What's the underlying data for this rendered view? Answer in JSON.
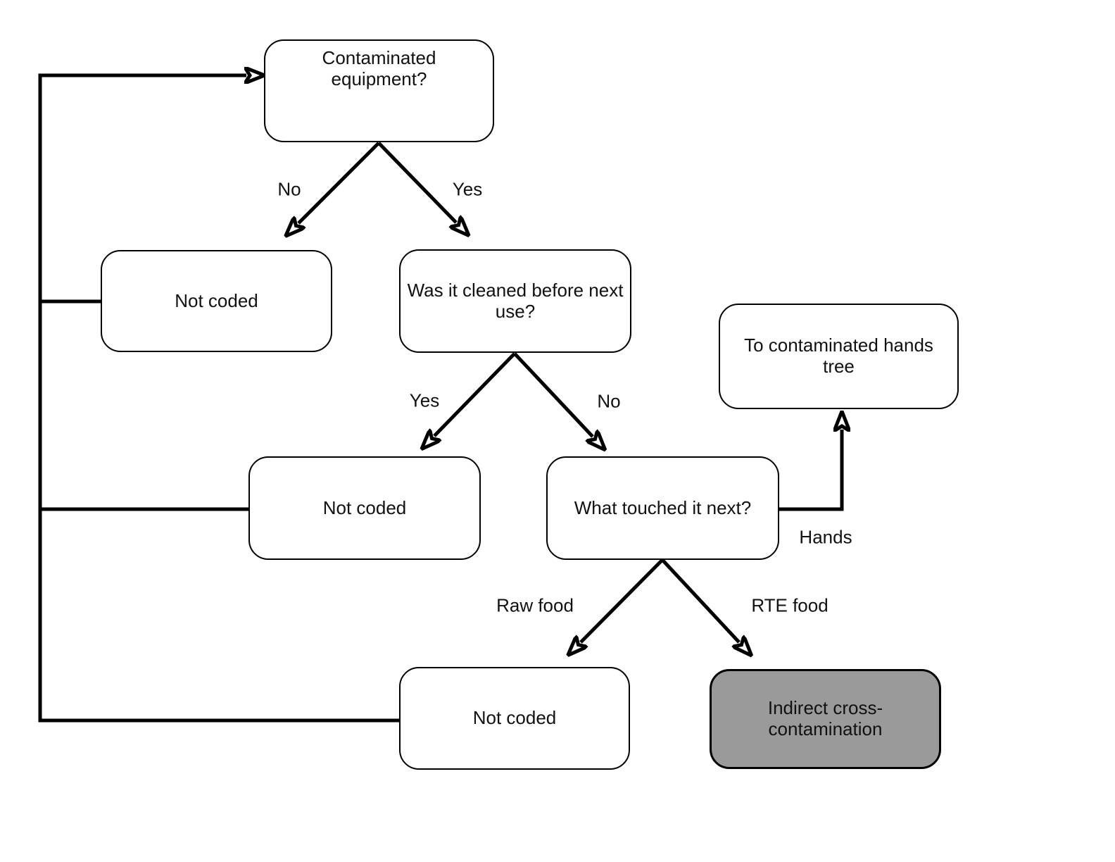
{
  "nodes": {
    "contaminated": {
      "label": "Contaminated equipment?"
    },
    "not_coded_1": {
      "label": "Not coded"
    },
    "cleaned": {
      "label": "Was it cleaned before next use?"
    },
    "hands_tree": {
      "label": "To contaminated hands tree"
    },
    "not_coded_2": {
      "label": "Not coded"
    },
    "touched": {
      "label": "What touched it next?"
    },
    "not_coded_3": {
      "label": "Not coded"
    },
    "indirect": {
      "label": "Indirect cross-contamination"
    }
  },
  "edge_labels": {
    "contaminated_no": "No",
    "contaminated_yes": "Yes",
    "cleaned_yes": "Yes",
    "cleaned_no": "No",
    "touched_hands": "Hands",
    "touched_raw": "Raw food",
    "touched_rte": "RTE food"
  },
  "colors": {
    "line": "#000000",
    "node-fill": "#ffffff",
    "node-border": "#000000",
    "outcome-fill": "#9a9a9a",
    "text": "#111111"
  }
}
